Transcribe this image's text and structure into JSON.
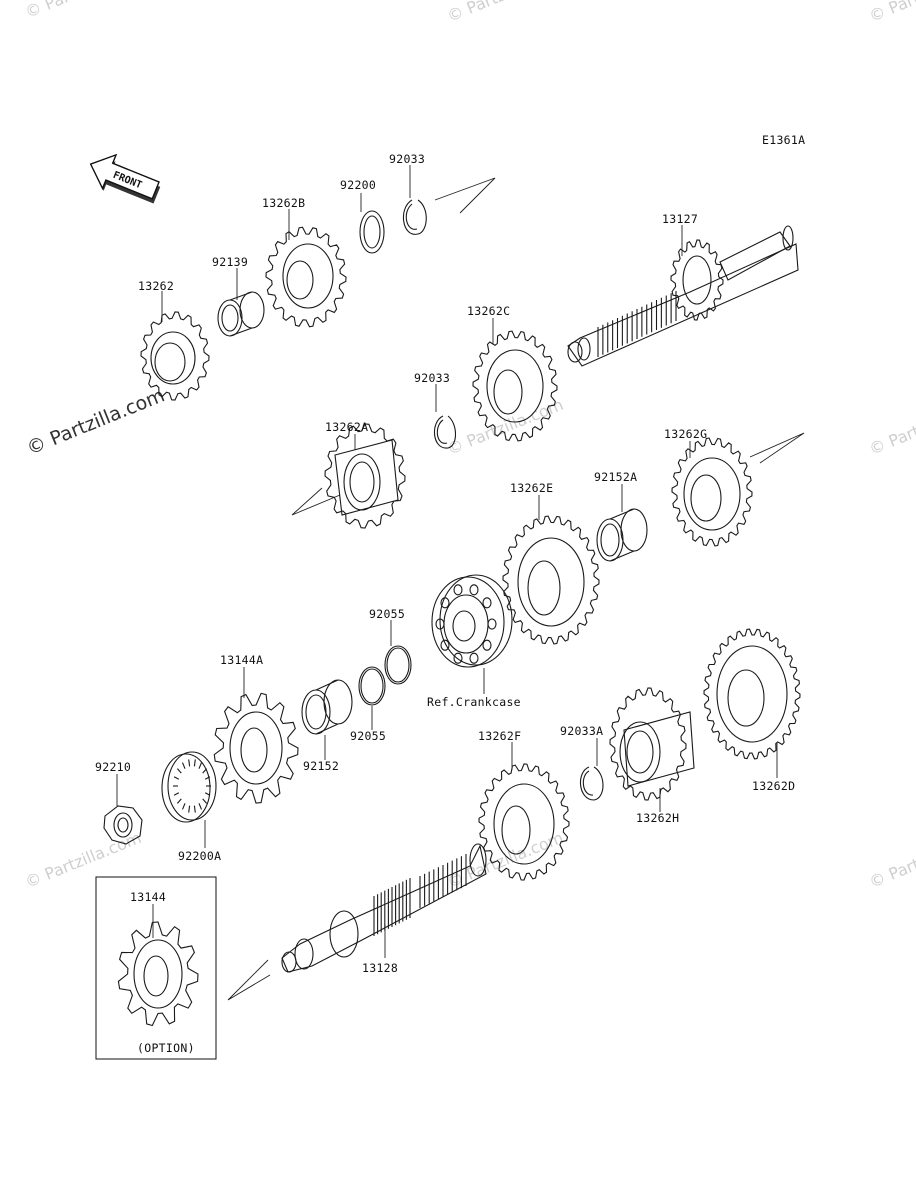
{
  "diagram_code": "E1361A",
  "front_arrow_text": "FRONT",
  "watermark_main": "© Partzilla.com",
  "watermark_small": "© Partzilla.com",
  "parts": {
    "p13262": "13262",
    "p92139": "92139",
    "p13262B": "13262B",
    "p92200": "92200",
    "p92033_top": "92033",
    "p13127": "13127",
    "p13262C": "13262C",
    "p92033_mid": "92033",
    "p13262A": "13262A",
    "p13262G": "13262G",
    "p92152A": "92152A",
    "p13262E": "13262E",
    "p92055_a": "92055",
    "p92055_b": "92055",
    "p13144A": "13144A",
    "p92152": "92152",
    "ref_crankcase": "Ref.Crankcase",
    "p92210": "92210",
    "p92200A": "92200A",
    "p13262F": "13262F",
    "p92033A": "92033A",
    "p13262H": "13262H",
    "p13262D": "13262D",
    "p13128": "13128",
    "p13144": "13144"
  },
  "option_label": "(OPTION)"
}
